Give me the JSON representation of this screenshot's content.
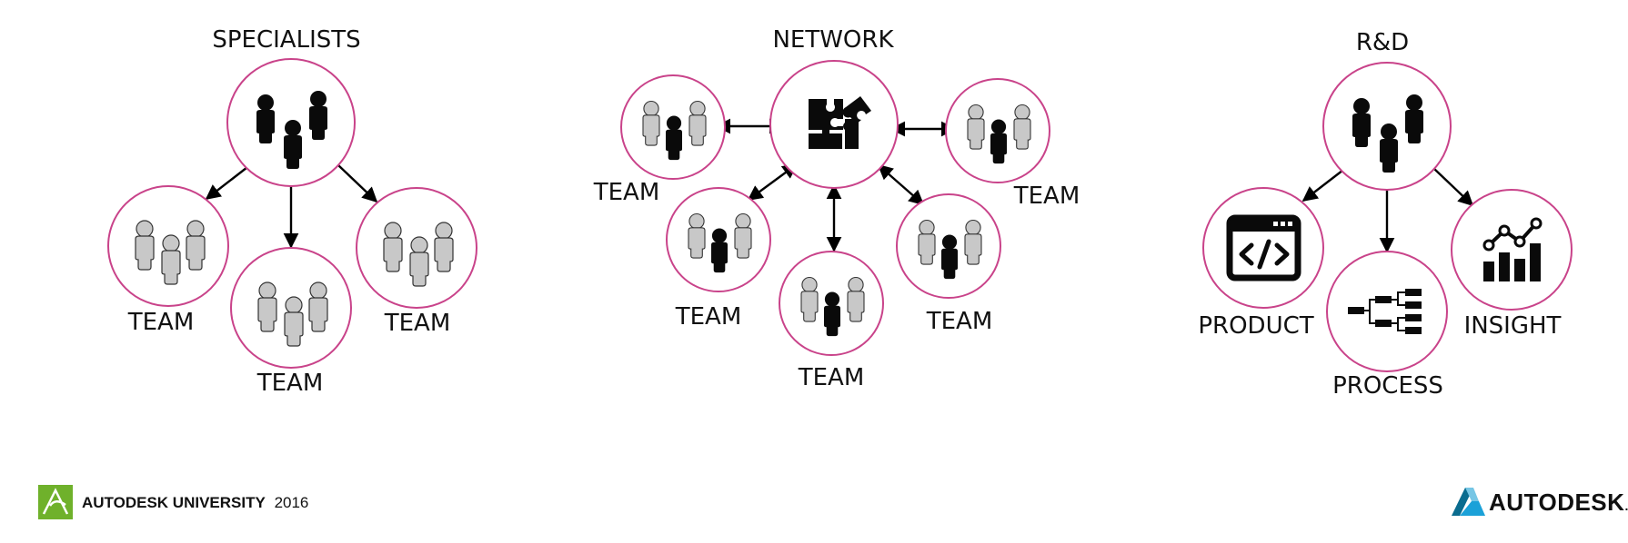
{
  "colors": {
    "ring": "#c9438a",
    "person_dark": "#0a0a0a",
    "person_gray": "#c8c8c8",
    "au_logo_green": "#6fb12b",
    "autodesk_logo": [
      "#1ba1d8",
      "#0a6c8f",
      "#76c6e5"
    ]
  },
  "diagrams": {
    "specialists": {
      "title": "SPECIALISTS",
      "hub_icon": "three-people-dark-icon",
      "team_label_1": "TEAM",
      "team_label_2": "TEAM",
      "team_label_3": "TEAM",
      "arrows": "one-way, hub to each team",
      "team_icon": "three-people-gray-icon"
    },
    "network": {
      "title": "NETWORK",
      "hub_icon": "puzzle-icon",
      "team_label_1": "TEAM",
      "team_label_2": "TEAM",
      "team_label_3": "TEAM",
      "team_label_4": "TEAM",
      "team_label_5": "TEAM",
      "arrows": "two-way, hub and each team",
      "team_icon": "three-people-gray-with-dark-center-icon"
    },
    "rnd": {
      "title": "R&D",
      "hub_icon": "three-people-dark-icon",
      "product_label": "PRODUCT",
      "product_icon": "code-window-icon",
      "process_label": "PROCESS",
      "process_icon": "flowchart-icon",
      "insight_label": "INSIGHT",
      "insight_icon": "bar-line-chart-icon",
      "arrows": "one-way, hub to each node"
    }
  },
  "footer": {
    "au_bold": "AUTODESK UNIVERSITY",
    "au_year": "2016",
    "brand": "AUTODESK",
    "brand_mark": "."
  }
}
